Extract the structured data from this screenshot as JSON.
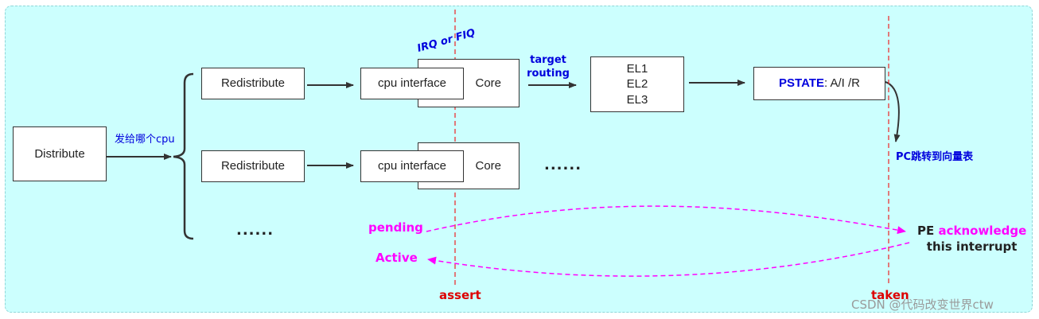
{
  "boxes": {
    "distribute": "Distribute",
    "redistribute_1": "Redistribute",
    "redistribute_2": "Redistribute",
    "cpu_interface_1": "cpu interface",
    "cpu_interface_2": "cpu interface",
    "core_1": "Core",
    "core_2": "Core",
    "el_levels": [
      "EL1",
      "EL2",
      "EL3"
    ],
    "pstate_keyword": "PSTATE",
    "pstate_rest": ": A/I /R"
  },
  "labels": {
    "send_to_cpu": "发给哪个cpu",
    "irq_or_fiq": "IRQ or FIQ",
    "target_routing_line1": "target",
    "target_routing_line2": "routing",
    "pc_jump": "PC跳转到向量表",
    "ellipsis_cores": "......",
    "ellipsis_redistributes": "......",
    "pending": "pending",
    "active": "Active",
    "pe_prefix": "PE ",
    "pe_acknowledge": "acknowledge",
    "pe_line2": "this interrupt",
    "assert": "assert",
    "taken": "taken",
    "watermark": "CSDN @代码改变世界ctw"
  },
  "colors": {
    "panel_fill": "#ccfffe",
    "blue_text": "#0000dd",
    "magenta": "#ff00ff",
    "red_marker": "#dd0000",
    "arrow": "#333333"
  }
}
